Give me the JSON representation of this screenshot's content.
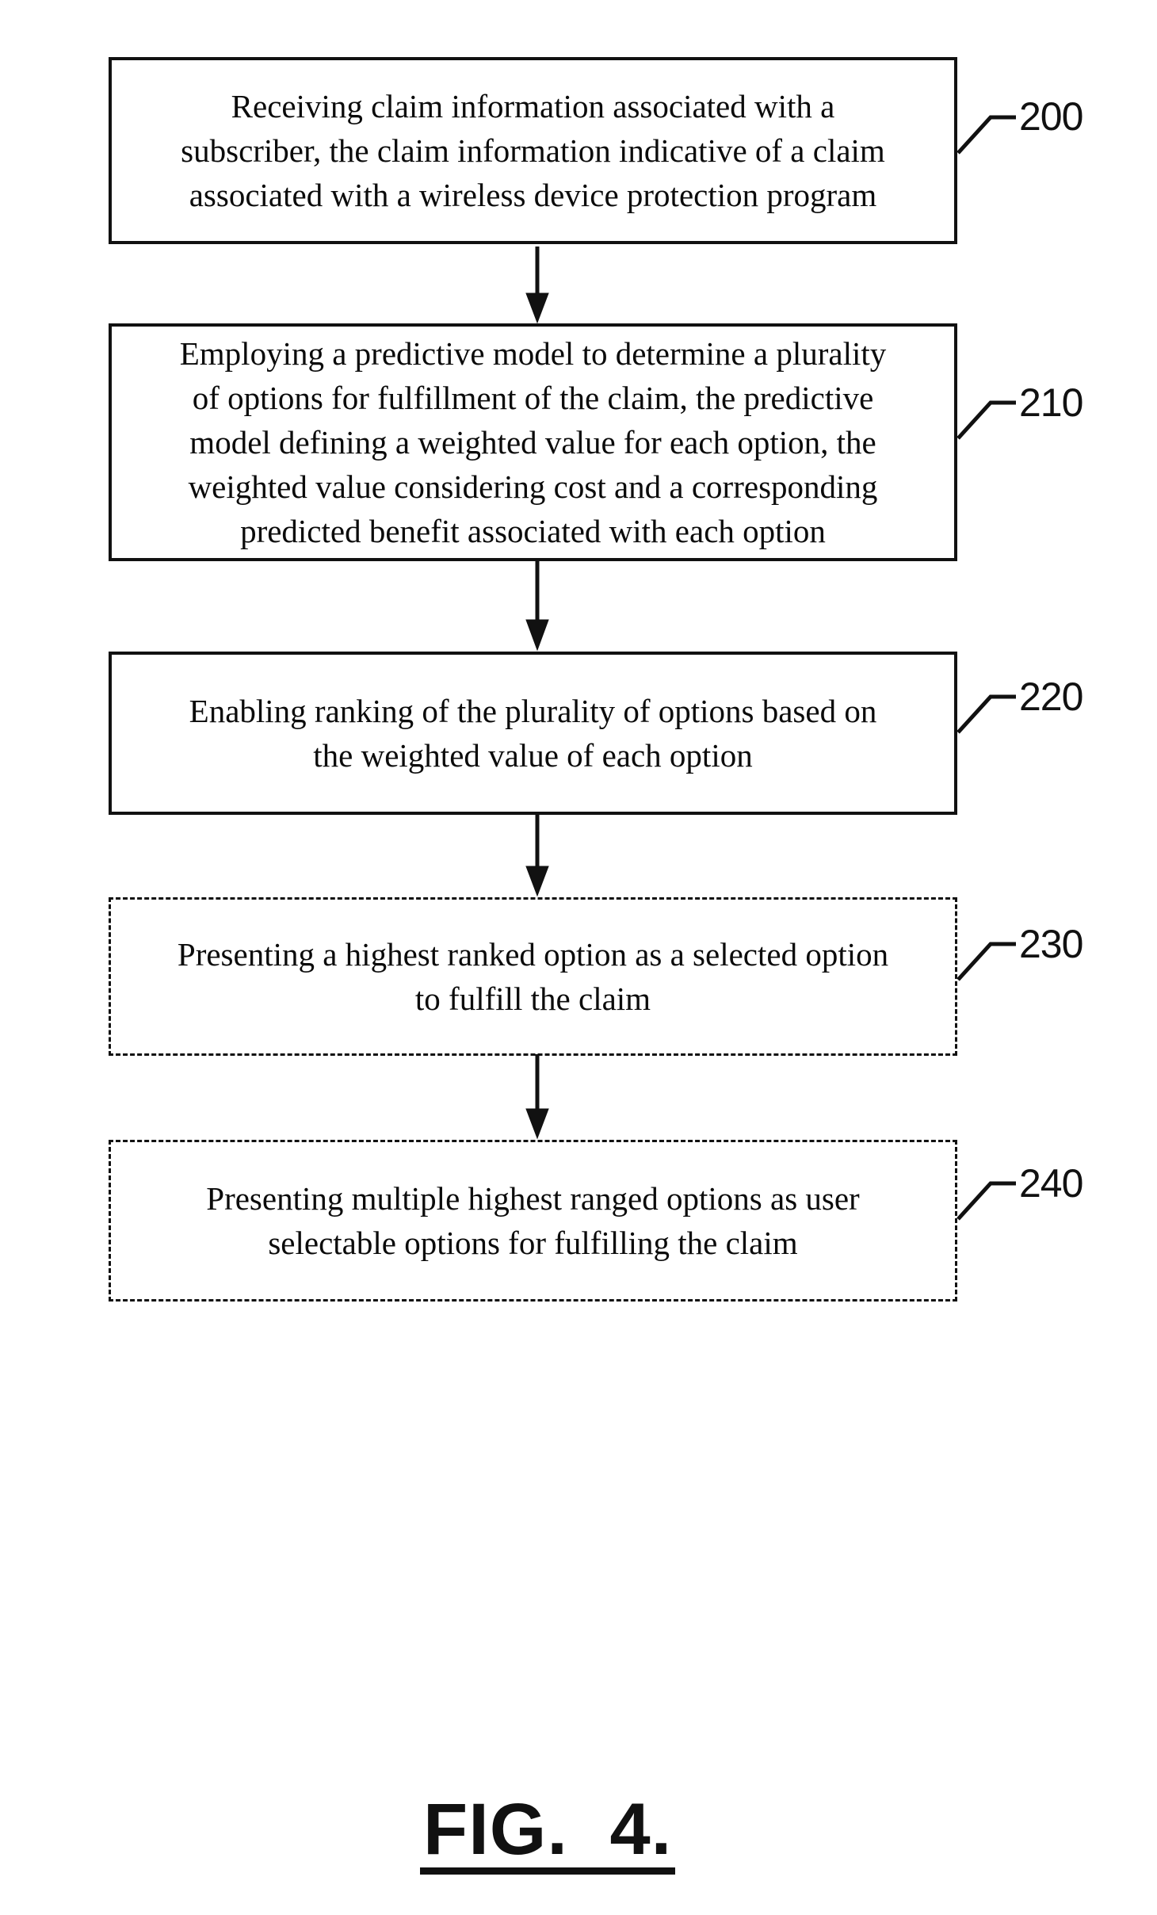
{
  "figure": {
    "caption": "FIG. 4."
  },
  "flowchart": {
    "type": "flowchart",
    "direction": "top-down",
    "line_color": "#111111",
    "background": "#ffffff",
    "boxes": [
      {
        "ref_label": "200",
        "border_style": "solid",
        "lines": [
          "Receiving claim information associated with a",
          "subscriber, the claim information indicative of a claim",
          "associated with a wireless device protection program"
        ]
      },
      {
        "ref_label": "210",
        "border_style": "solid",
        "lines": [
          "Employing a predictive model to determine a plurality",
          "of options for fulfillment of the claim, the predictive",
          "model defining a weighted value for each option, the",
          "weighted value considering cost and a corresponding",
          "predicted benefit associated with each option"
        ]
      },
      {
        "ref_label": "220",
        "border_style": "solid",
        "lines": [
          "Enabling ranking of the plurality of options based on",
          "the weighted value of each option"
        ]
      },
      {
        "ref_label": "230",
        "border_style": "dashed",
        "lines": [
          "Presenting a highest ranked option as a selected option",
          "to fulfill the claim"
        ]
      },
      {
        "ref_label": "240",
        "border_style": "dashed",
        "lines": [
          "Presenting multiple highest ranged options as user",
          "selectable options for fulfilling the claim"
        ]
      }
    ],
    "connectors": [
      {
        "from": "200",
        "to": "210"
      },
      {
        "from": "210",
        "to": "220"
      },
      {
        "from": "220",
        "to": "230"
      },
      {
        "from": "230",
        "to": "240"
      }
    ]
  }
}
